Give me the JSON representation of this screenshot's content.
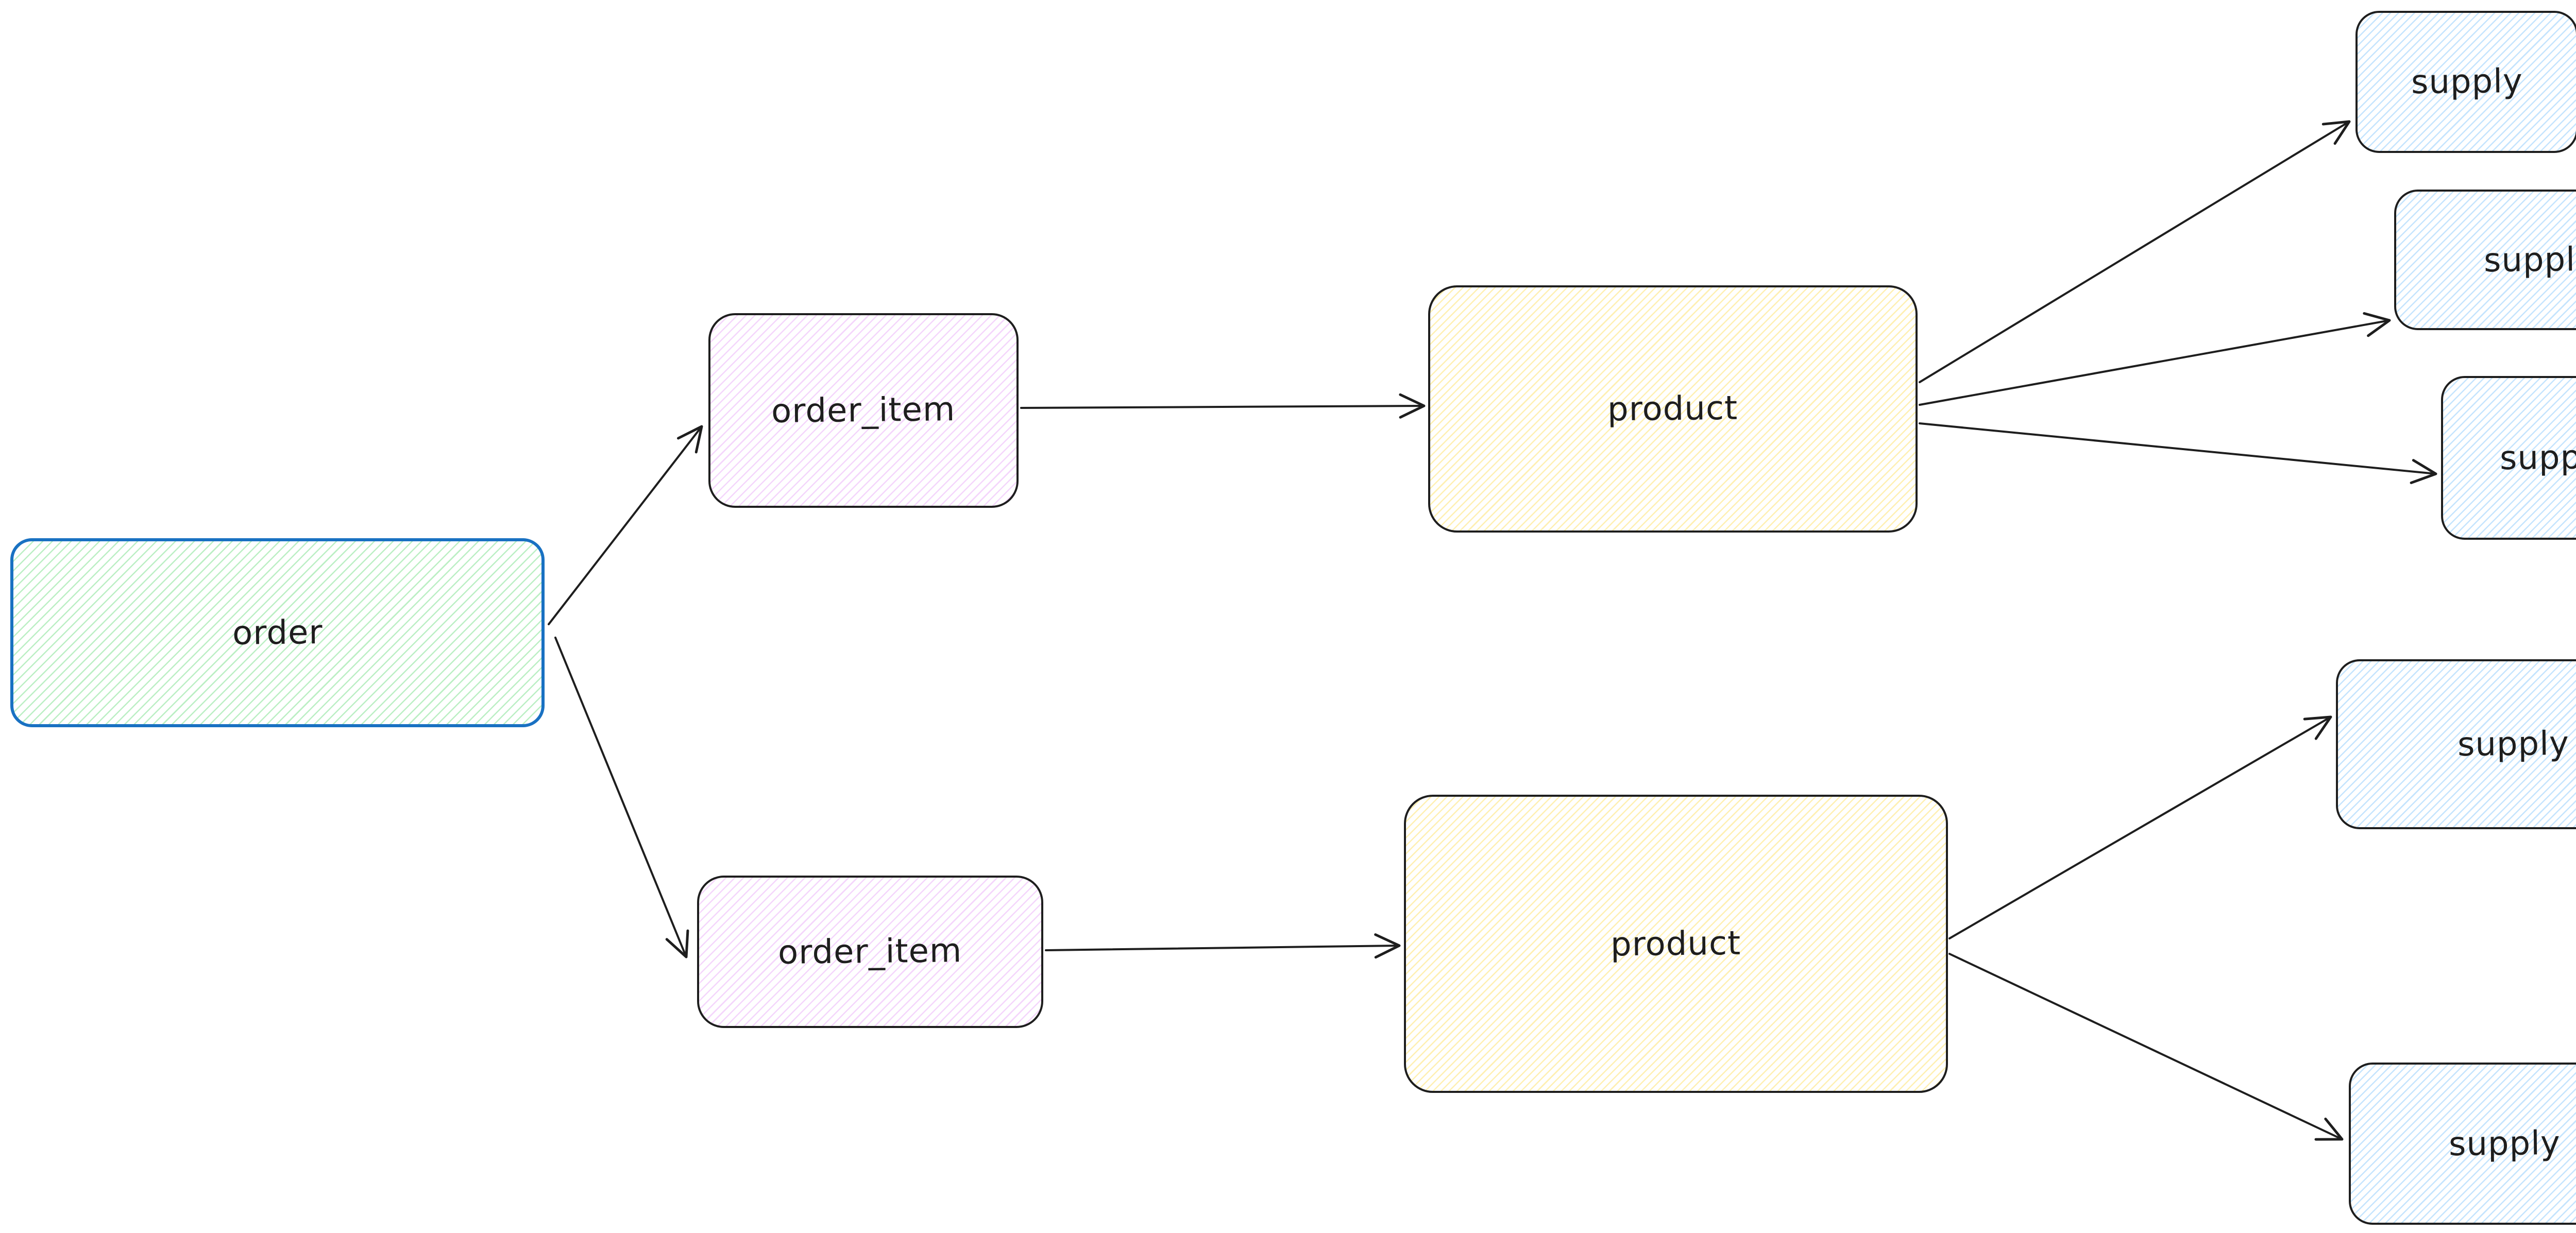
{
  "diagram": {
    "kind": "hand-drawn entity flow diagram",
    "background": "#ffffff"
  },
  "palette": {
    "stroke_dark": "#1e1e1e",
    "order_border_blue": "#1971c2",
    "green_hachure": "#69db7c",
    "violet_hachure": "#e599f7",
    "yellow_hachure": "#ffe066",
    "blue_hachure": "#74c0fc",
    "arrow": "#1e1e1e",
    "label_text": "#1e1e1e"
  },
  "nodes": [
    {
      "id": "order",
      "label": "order",
      "color": "green"
    },
    {
      "id": "order-item-1",
      "label": "order_item",
      "color": "violet"
    },
    {
      "id": "order-item-2",
      "label": "order_item",
      "color": "violet"
    },
    {
      "id": "product-1",
      "label": "product",
      "color": "yellow"
    },
    {
      "id": "product-2",
      "label": "product",
      "color": "yellow"
    },
    {
      "id": "supply-1",
      "label": "supply",
      "color": "blue"
    },
    {
      "id": "supply-2",
      "label": "supply",
      "color": "blue"
    },
    {
      "id": "supply-3",
      "label": "supply",
      "color": "blue"
    },
    {
      "id": "supply-4",
      "label": "supply",
      "color": "blue"
    },
    {
      "id": "supply-5",
      "label": "supply",
      "color": "blue"
    }
  ],
  "edges": [
    {
      "from": "order",
      "to": "order-item-1"
    },
    {
      "from": "order",
      "to": "order-item-2"
    },
    {
      "from": "order-item-1",
      "to": "product-1"
    },
    {
      "from": "order-item-2",
      "to": "product-2"
    },
    {
      "from": "product-1",
      "to": "supply-1"
    },
    {
      "from": "product-1",
      "to": "supply-2"
    },
    {
      "from": "product-1",
      "to": "supply-3"
    },
    {
      "from": "product-2",
      "to": "supply-4"
    },
    {
      "from": "product-2",
      "to": "supply-5"
    }
  ]
}
